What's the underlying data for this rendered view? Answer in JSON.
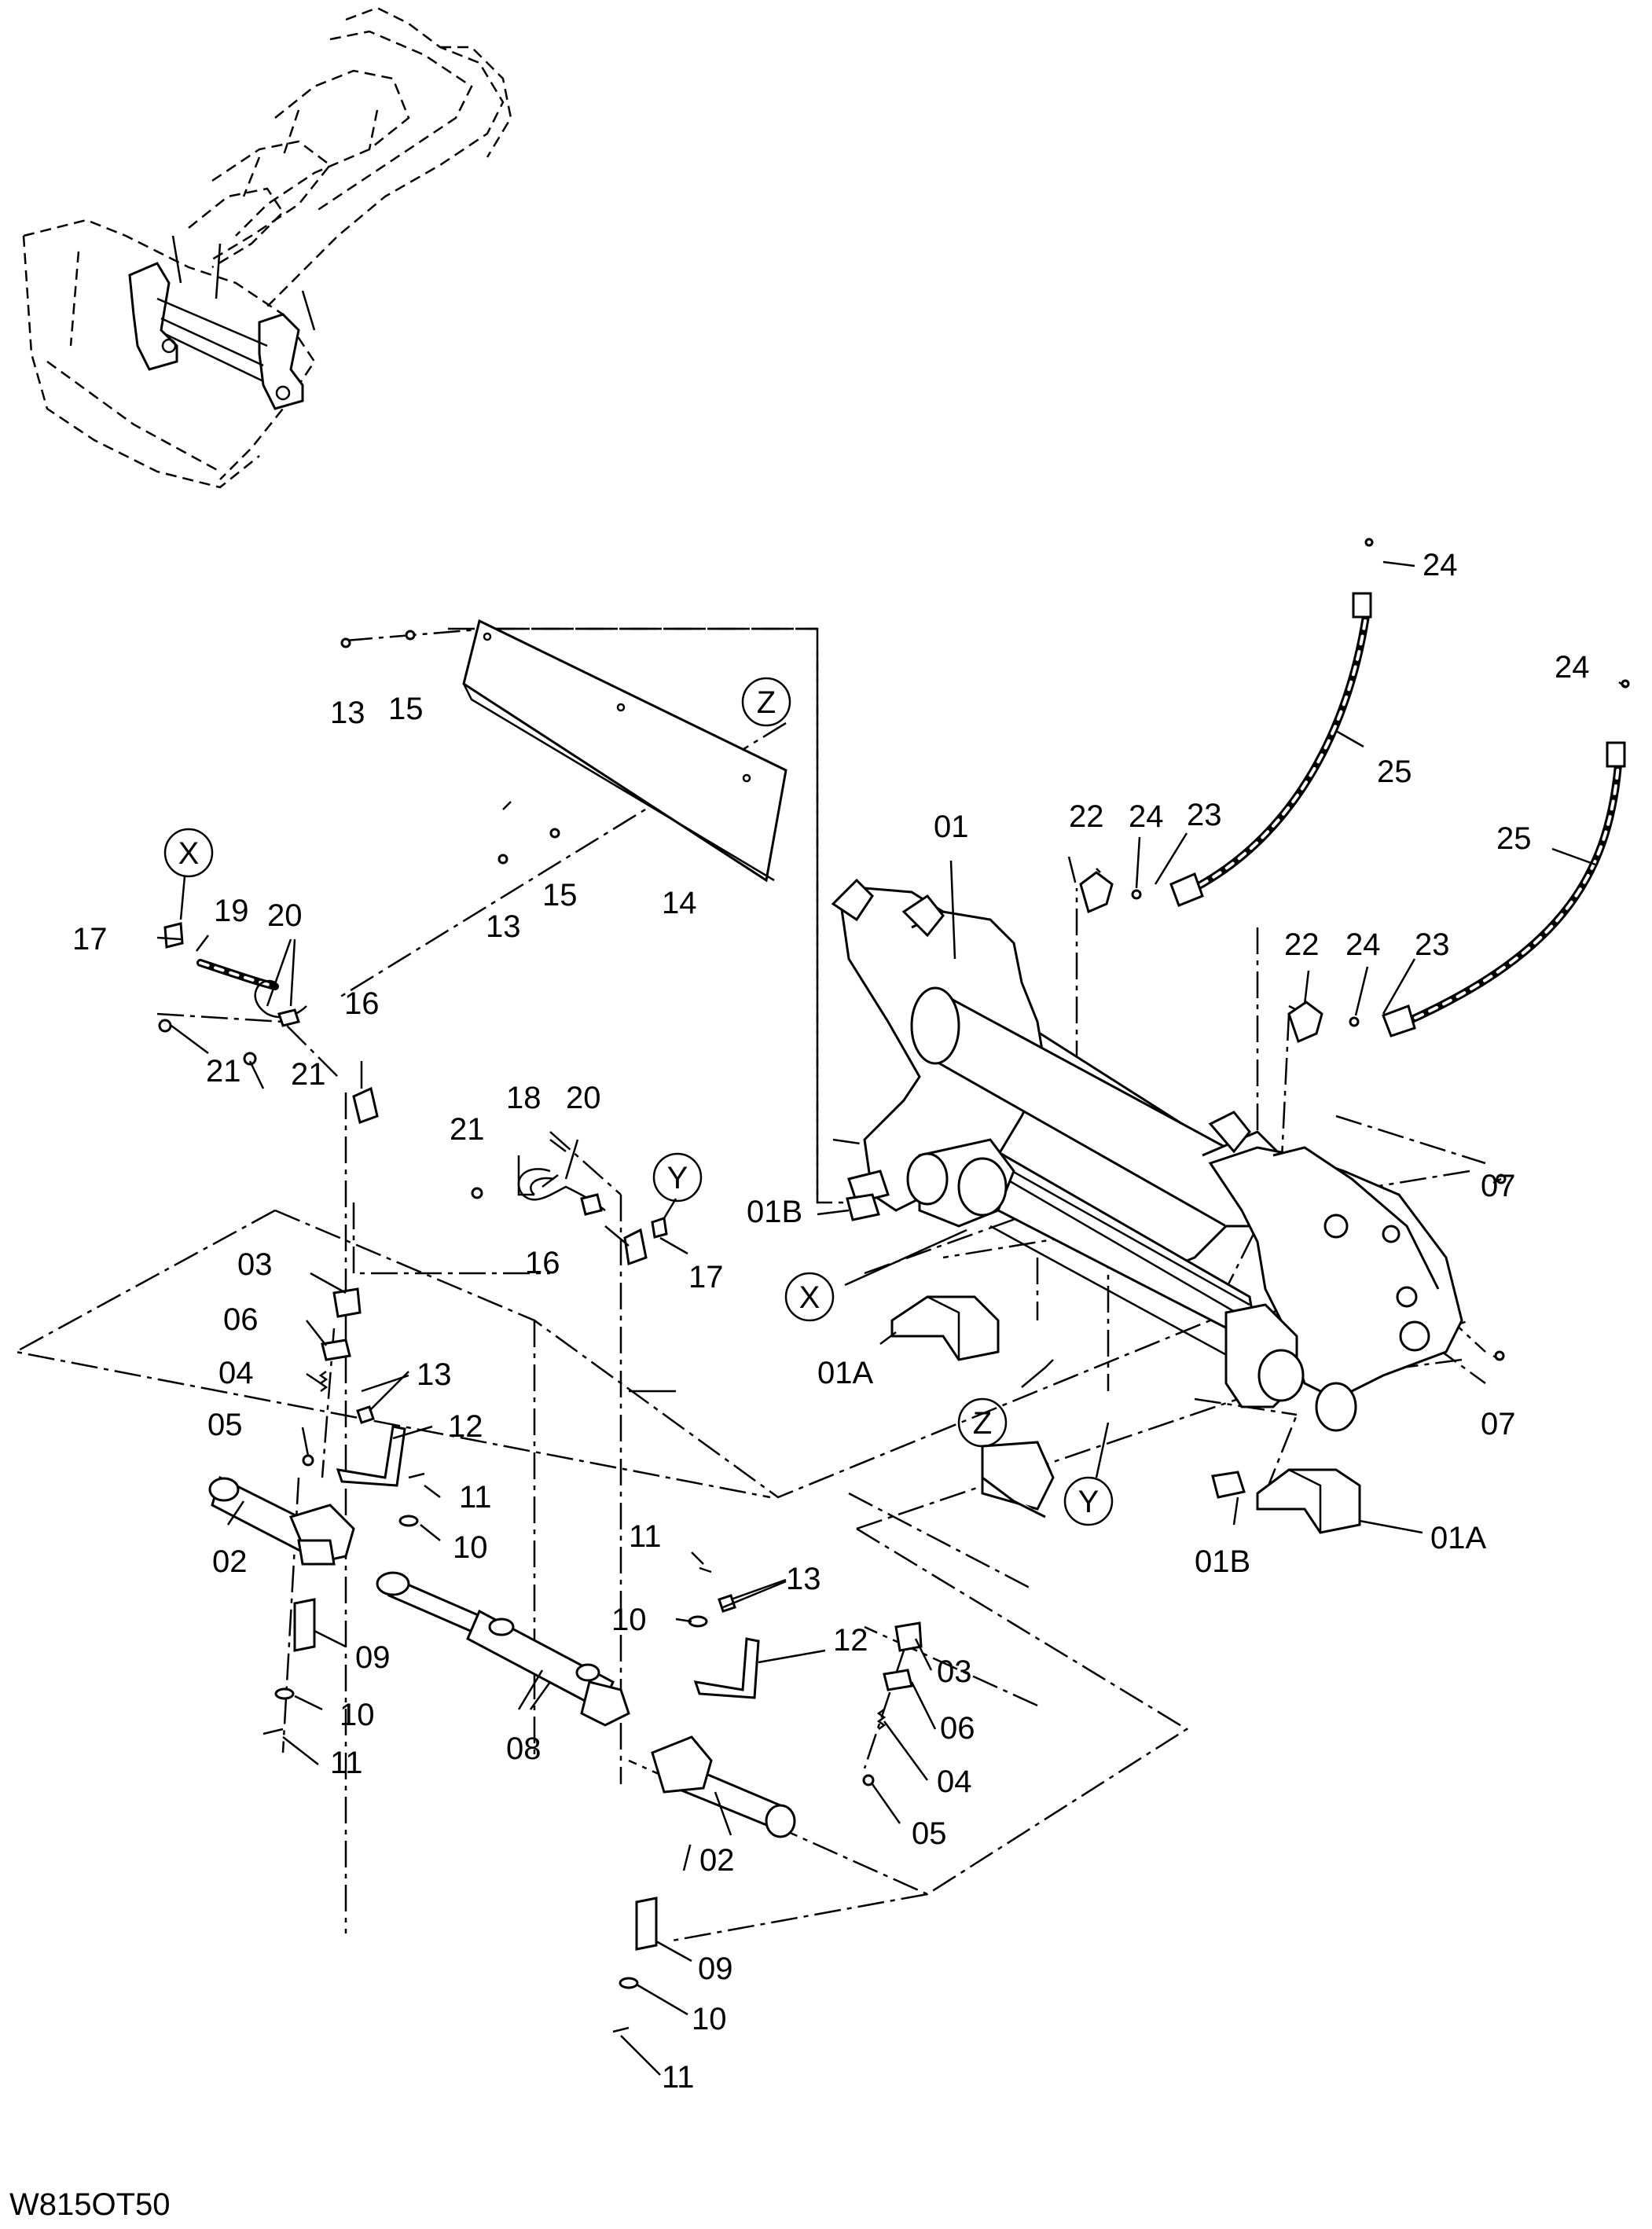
{
  "drawing_code": "W815OT50",
  "callouts": {
    "ref_x": "X",
    "ref_y": "Y",
    "ref_z": "Z"
  },
  "labels": {
    "p01": "01",
    "p01a": "01A",
    "p01b": "01B",
    "p02": "02",
    "p03": "03",
    "p04": "04",
    "p05": "05",
    "p06": "06",
    "p07": "07",
    "p08": "08",
    "p09": "09",
    "p10": "10",
    "p11": "11",
    "p12": "12",
    "p13": "13",
    "p14": "14",
    "p15": "15",
    "p16": "16",
    "p17": "17",
    "p18": "18",
    "p19": "19",
    "p20": "20",
    "p21": "21",
    "p22": "22",
    "p23": "23",
    "p24": "24",
    "p25": "25"
  }
}
